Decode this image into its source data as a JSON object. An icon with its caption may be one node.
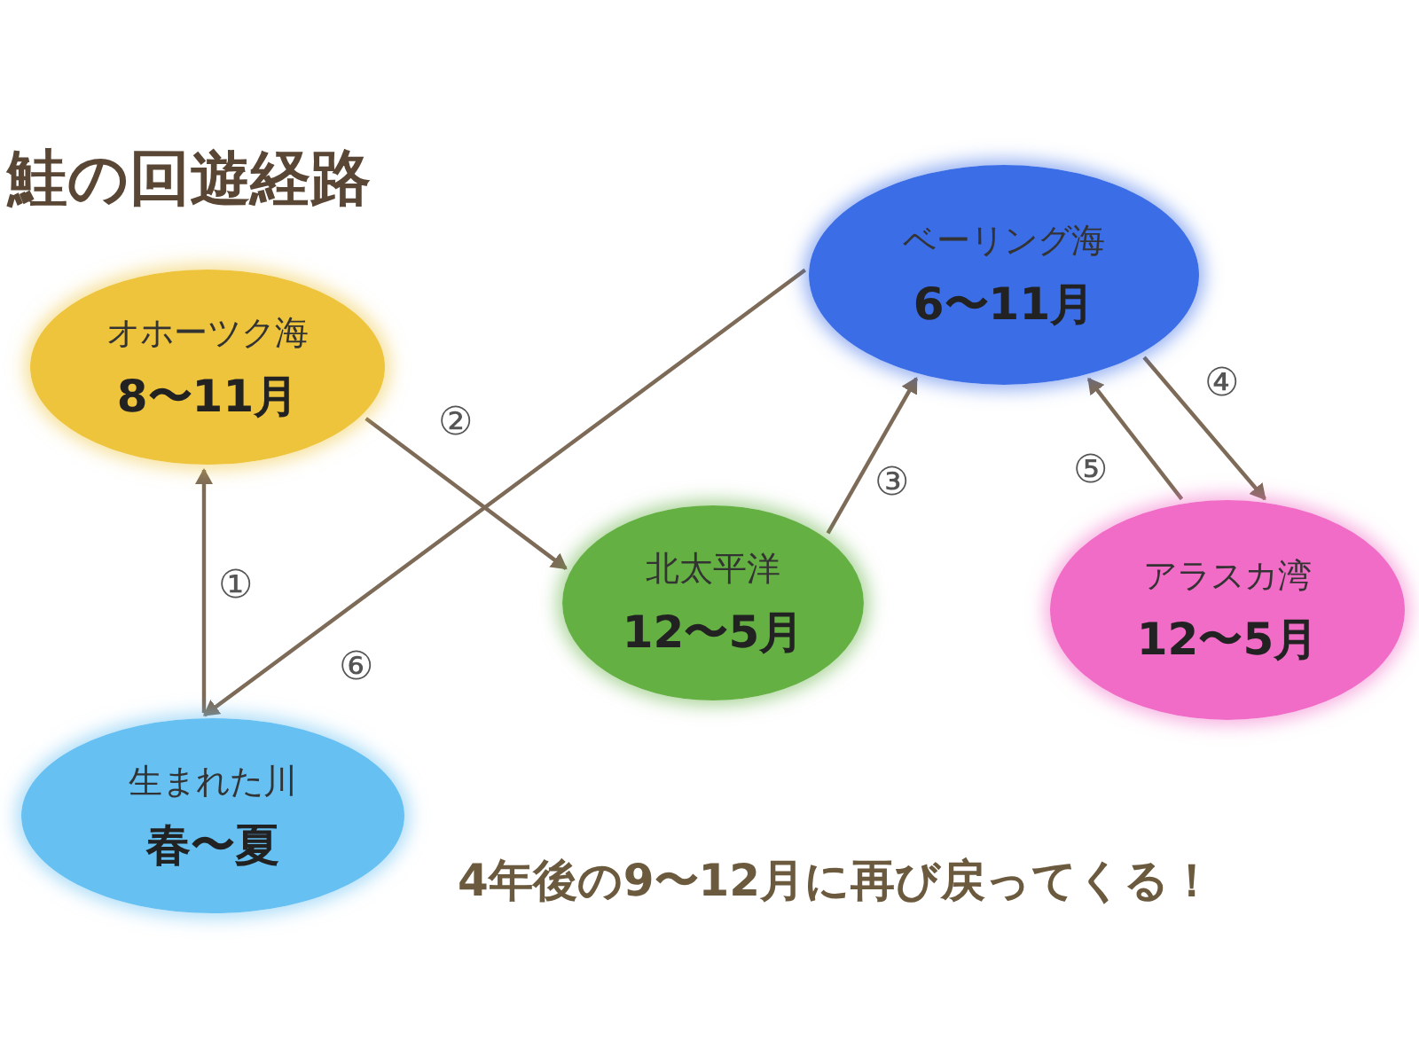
{
  "diagram": {
    "title": "鮭の回遊経路",
    "nodes": [
      {
        "text": [
          "オホーツク海",
          "8〜11月"
        ]
      },
      {
        "text": [
          "北太平洋",
          "12〜5月"
        ]
      },
      {
        "text": [
          "ベーリング海",
          "6〜11月"
        ]
      },
      {
        "text": [
          "アラスカ湾",
          "12〜5月"
        ]
      },
      {
        "text": [
          "生まれた川",
          "春〜夏"
        ]
      }
    ],
    "edges": [
      {
        "from": 4,
        "to": 0,
        "arrow": "to",
        "label": "①"
      },
      {
        "from": 0,
        "to": 1,
        "arrow": "to",
        "label": "②"
      },
      {
        "from": 1,
        "to": 2,
        "arrow": "to",
        "label": "③"
      },
      {
        "from": 2,
        "to": 3,
        "arrow": "to",
        "label": "④"
      },
      {
        "from": 3,
        "to": 2,
        "arrow": "to",
        "label": "⑤"
      },
      {
        "from": 2,
        "to": 4,
        "arrow": "to",
        "label": "⑥"
      }
    ],
    "labels": [
      "4年後の9〜12月に再び戻ってくる！"
    ]
  }
}
